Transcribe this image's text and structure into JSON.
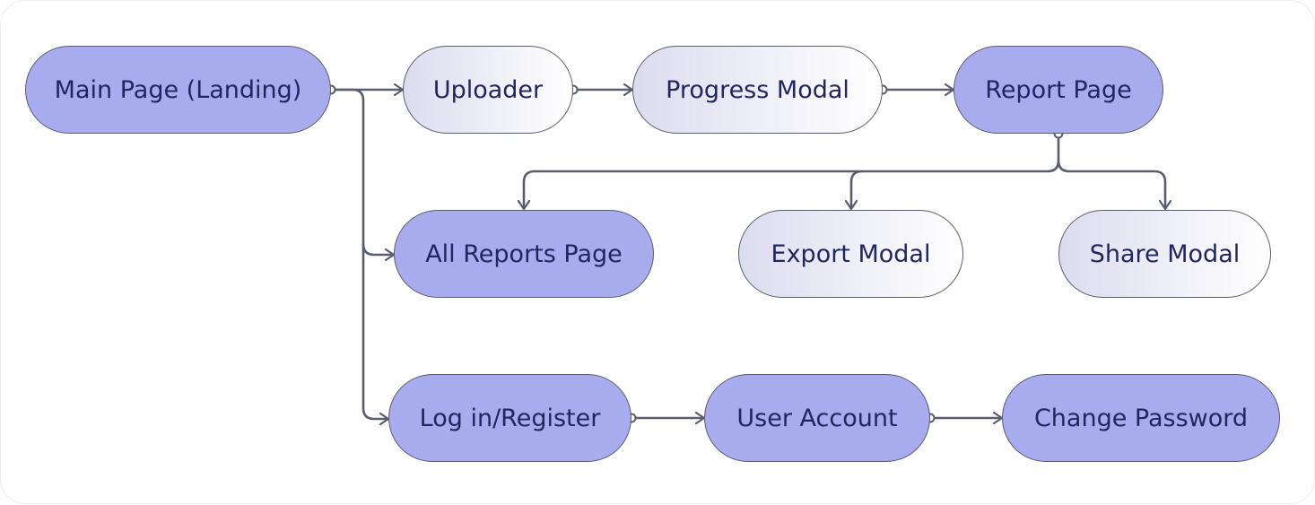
{
  "diagram": {
    "nodes": {
      "main_page": "Main Page (Landing)",
      "uploader": "Uploader",
      "progress_modal": "Progress Modal",
      "report_page": "Report Page",
      "all_reports_page": "All Reports Page",
      "export_modal": "Export Modal",
      "share_modal": "Share Modal",
      "login_register": "Log in/Register",
      "user_account": "User Account",
      "change_password": "Change Password"
    },
    "edges": [
      {
        "from": "main_page",
        "to": "uploader"
      },
      {
        "from": "uploader",
        "to": "progress_modal"
      },
      {
        "from": "progress_modal",
        "to": "report_page"
      },
      {
        "from": "report_page",
        "to": "all_reports_page"
      },
      {
        "from": "report_page",
        "to": "export_modal"
      },
      {
        "from": "report_page",
        "to": "share_modal"
      },
      {
        "from": "main_page",
        "to": "all_reports_page"
      },
      {
        "from": "main_page",
        "to": "login_register"
      },
      {
        "from": "login_register",
        "to": "user_account"
      },
      {
        "from": "user_account",
        "to": "change_password"
      }
    ],
    "colors": {
      "page_fill": "#a8abed",
      "modal_fill": "#ececf6",
      "stroke": "#5a5d70",
      "text": "#22265e"
    }
  }
}
